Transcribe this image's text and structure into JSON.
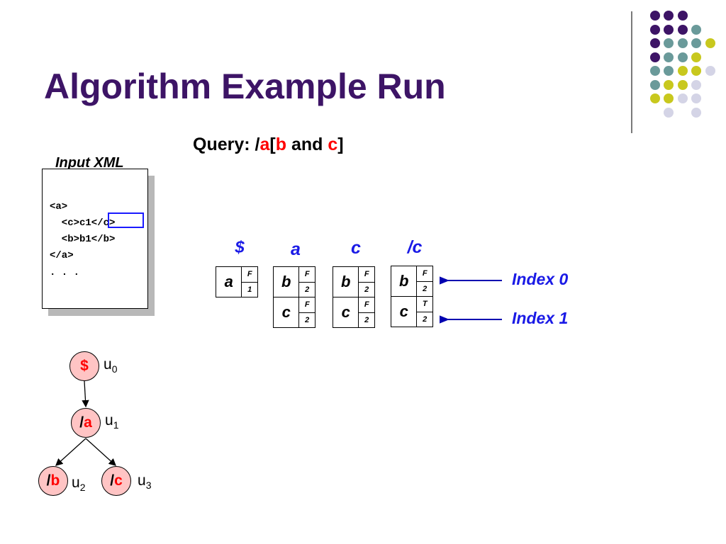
{
  "slide": {
    "title": "Algorithm Example Run",
    "query": {
      "prefix": "Query: /",
      "a": "a",
      "bracket_open": "[",
      "b": "b",
      "and": " and ",
      "c": "c",
      "bracket_close": "]"
    }
  },
  "decoration": {
    "colors": {
      "purple": "#3d1466",
      "teal": "#6a9a9a",
      "yellow": "#c8c81e",
      "lavender": "#d4d4e6"
    }
  },
  "input_xml": {
    "title": "Input XML",
    "lines": [
      "<a>",
      "  <c>c1</c>",
      "  <b>b1</b>",
      "</a>",
      ". . ."
    ]
  },
  "stacks": [
    {
      "label": "$",
      "cells": [
        {
          "name": "a",
          "flag": "F",
          "count": "1"
        }
      ]
    },
    {
      "label": "a",
      "cells": [
        {
          "name": "b",
          "flag": "F",
          "count": "2"
        },
        {
          "name": "c",
          "flag": "F",
          "count": "2"
        }
      ]
    },
    {
      "label": "c",
      "cells": [
        {
          "name": "b",
          "flag": "F",
          "count": "2"
        },
        {
          "name": "c",
          "flag": "F",
          "count": "2"
        }
      ]
    },
    {
      "label_prefix": "/",
      "label": "c",
      "cells": [
        {
          "name": "b",
          "flag": "F",
          "count": "2"
        },
        {
          "name": "c",
          "flag": "T",
          "count": "2"
        }
      ]
    }
  ],
  "indexes": [
    "Index 0",
    "Index 1"
  ],
  "tree": {
    "nodes": [
      {
        "prefix": "",
        "label": "$",
        "u": "u",
        "sub": "0"
      },
      {
        "prefix": "/",
        "label": "a",
        "u": "u",
        "sub": "1"
      },
      {
        "prefix": "/",
        "label": "b",
        "u": "u",
        "sub": "2"
      },
      {
        "prefix": "/",
        "label": "c",
        "u": "u",
        "sub": "3"
      }
    ]
  }
}
